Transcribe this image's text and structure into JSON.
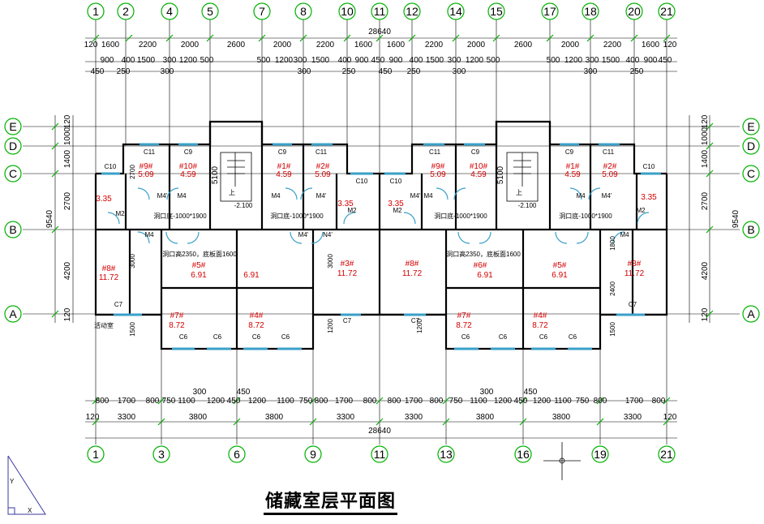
{
  "title": "储藏室层平面图",
  "total_width": "28640",
  "depth_total": "9540",
  "axes_top": [
    "1",
    "2",
    "4",
    "5",
    "7",
    "8",
    "10",
    "11",
    "12",
    "14",
    "15",
    "17",
    "18",
    "20",
    "21"
  ],
  "axes_bottom": [
    "1",
    "3",
    "6",
    "9",
    "11",
    "13",
    "16",
    "19",
    "21"
  ],
  "axes_rows": [
    "E",
    "D",
    "C",
    "B",
    "A"
  ],
  "top_dims_1": [
    "120",
    "1600",
    "2200",
    "2000",
    "2600",
    "2000",
    "2200",
    "1600",
    "1600",
    "2200",
    "2000",
    "2600",
    "2000",
    "2200",
    "1600",
    "120"
  ],
  "top_dims_2": [
    "900",
    "400",
    "1500",
    "300",
    "1200",
    "500",
    "500",
    "1200",
    "300",
    "1500",
    "400",
    "900",
    "450",
    "900",
    "400",
    "1500",
    "300",
    "1200",
    "500",
    "500",
    "1200",
    "300",
    "1500",
    "400",
    "900",
    "450"
  ],
  "top_dims_3": [
    "450",
    "250",
    "300",
    "300",
    "250",
    "450",
    "250",
    "300",
    "300",
    "250"
  ],
  "bottom_dims_1": [
    "800",
    "1700",
    "800",
    "750",
    "1100",
    "1200",
    "450",
    "1200",
    "1100",
    "750",
    "800",
    "1700",
    "800",
    "800",
    "1700",
    "800",
    "750",
    "1100",
    "1200",
    "450",
    "1200",
    "1100",
    "750",
    "800",
    "1700",
    "800"
  ],
  "bottom_dims_small": [
    "300",
    "450",
    "300",
    "450"
  ],
  "bottom_dims_2": [
    "120",
    "3300",
    "3800",
    "3800",
    "3300",
    "3300",
    "3800",
    "3800",
    "3300",
    "120"
  ],
  "side_dims": [
    "120",
    "1000",
    "1400",
    "2700",
    "4200",
    "120"
  ],
  "room_labels": [
    "#9#",
    "#10#",
    "#1#",
    "#2#",
    "#9#",
    "#10#",
    "#1#",
    "#2#",
    "#8#",
    "#5#",
    "#3#",
    "#8#",
    "#6#",
    "#5#",
    "#3#",
    "#7#",
    "#4#",
    "#7#",
    "#4#"
  ],
  "room_areas": [
    "5.09",
    "4.59",
    "4.59",
    "5.09",
    "5.09",
    "4.59",
    "4.59",
    "5.09",
    "3.35",
    "3.35",
    "3.35",
    "3.35",
    "11.72",
    "6.91",
    "6.91",
    "11.72",
    "11.72",
    "6.91",
    "6.91",
    "11.72",
    "8.72",
    "8.72",
    "8.72",
    "8.72"
  ],
  "windows": [
    "C11",
    "C9",
    "C9",
    "C11",
    "C11",
    "C9",
    "C9",
    "C11",
    "C10",
    "C10",
    "C10",
    "C10",
    "C7",
    "C7",
    "C7",
    "C7",
    "C6",
    "C6",
    "C6",
    "C6",
    "C6",
    "C6",
    "C6",
    "C6"
  ],
  "doors": [
    "M4'",
    "M4",
    "M4",
    "M4'",
    "M4'",
    "M4",
    "M4",
    "M4'",
    "M2",
    "M2",
    "M2",
    "M2",
    "N4'",
    "M4",
    "M4'",
    "M4"
  ],
  "opening_notes": [
    "洞口底-1000*1900",
    "洞口底-1000*1900",
    "洞口底-1000*1900",
    "洞口底-1000*1900",
    "洞口高2350，底板面1600",
    "洞口高2350，底板面1600",
    "活动室",
    "洞口底-1000*1900"
  ],
  "stair": {
    "level": "-2.100",
    "dim": "5100",
    "label": "上"
  },
  "vertical_dims": [
    "2700",
    "3000",
    "3000",
    "1800",
    "2400",
    "1500",
    "1200",
    "1200",
    "1500"
  ]
}
